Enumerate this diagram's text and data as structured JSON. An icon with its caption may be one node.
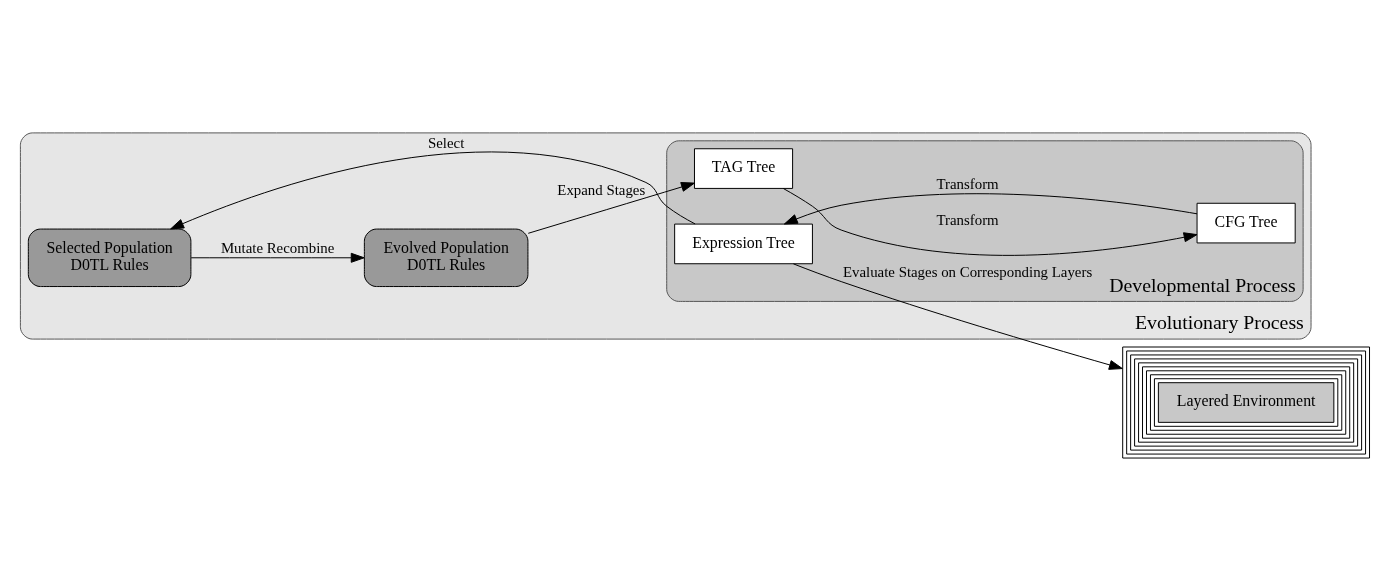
{
  "diagram": {
    "nodes": [
      {
        "text": [
          "Evolutionary Process"
        ]
      },
      {
        "text": [
          "Selected Population",
          "D0TL Rules"
        ],
        "in": 0
      },
      {
        "text": [
          "Evolved Population",
          "D0TL Rules"
        ],
        "in": 0
      },
      {
        "text": [
          "Developmental Process"
        ],
        "in": 0
      },
      {
        "text": [
          "Expression Tree"
        ],
        "in": 3
      },
      {
        "text": [
          "TAG Tree"
        ],
        "in": 3
      },
      {
        "text": [
          "CFG Tree"
        ],
        "in": 3
      },
      {
        "text": [
          "Layered Environment"
        ]
      }
    ],
    "edges": [
      {
        "from": 4,
        "to": 1,
        "arrow": "to",
        "label": "Select"
      },
      {
        "from": 1,
        "to": 2,
        "arrow": "to",
        "label": "Mutate Recombine"
      },
      {
        "from": 2,
        "to": 5,
        "arrow": "to",
        "label": "Expand Stages"
      },
      {
        "from": 5,
        "to": 6,
        "arrow": "to",
        "label": "Transform"
      },
      {
        "from": 6,
        "to": 4,
        "arrow": "to",
        "label": "Transform"
      },
      {
        "from": 4,
        "to": 7,
        "arrow": "to",
        "label": "Evaluate Stages on Corresponding Layers"
      }
    ]
  }
}
